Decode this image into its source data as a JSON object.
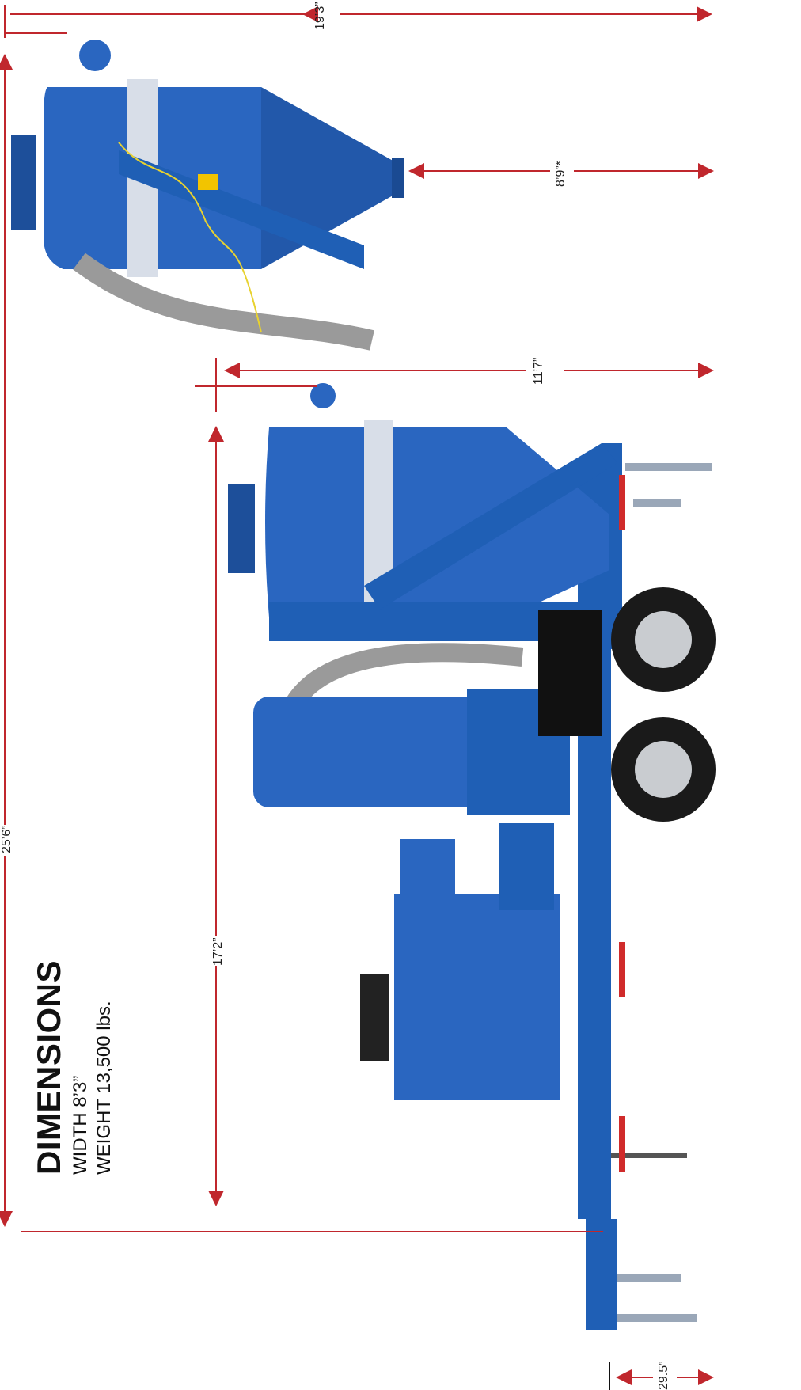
{
  "heading": {
    "title": "DIMENSIONS",
    "width": "WIDTH 8’3”",
    "weight": "WEIGHT 13,500 lbs."
  },
  "dimensions": {
    "top_width": "19’3”",
    "overall_length": "25’6”",
    "hopper_height": "8’9”*",
    "raised_height": "11’7”",
    "trailer_length": "17’2”",
    "hitch_height": "29.5”"
  },
  "colors": {
    "dimension_line": "#c0272d",
    "machine_blue": "#1f5fb5",
    "hose_gray": "#9a9a9a"
  }
}
